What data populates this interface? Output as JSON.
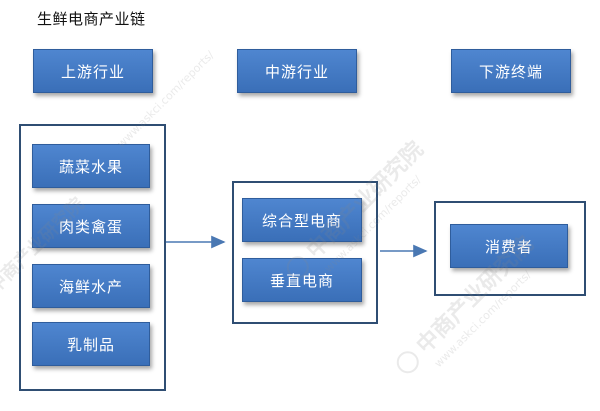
{
  "title": "生鲜电商产业链",
  "stages": {
    "upstream": "上游行业",
    "midstream": "中游行业",
    "downstream": "下游终端"
  },
  "upstream_items": [
    "蔬菜水果",
    "肉类禽蛋",
    "海鲜水产",
    "乳制品"
  ],
  "midstream_items": [
    "综合型电商",
    "垂直电商"
  ],
  "downstream_items": [
    "消费者"
  ],
  "watermark": {
    "brand": "中商产业研究院",
    "url": "www.askci.com/reports/"
  },
  "colors": {
    "box_fill": "#4a80c9",
    "box_border": "#2f5d9c",
    "group_border": "#2f4e73",
    "arrow": "#4a78b3"
  }
}
